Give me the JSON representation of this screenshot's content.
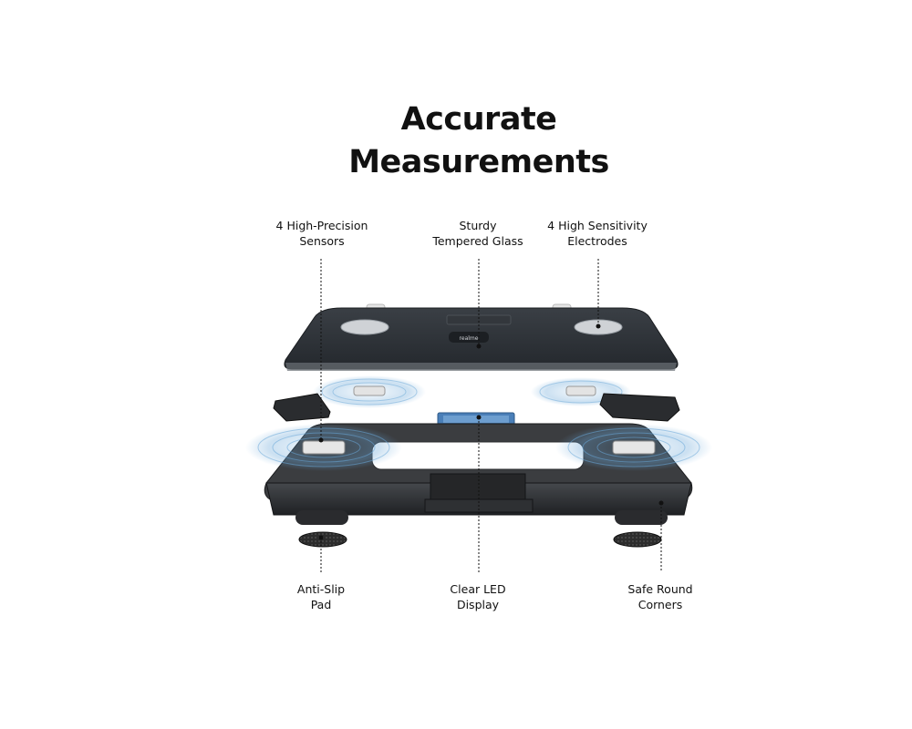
{
  "title": {
    "line1": "Accurate",
    "line2": "Measurements"
  },
  "brand_mark": "realme",
  "labels": {
    "sensors": {
      "line1": "4 High-Precision",
      "line2": "Sensors"
    },
    "glass": {
      "line1": "Sturdy",
      "line2": "Tempered Glass"
    },
    "electrodes": {
      "line1": "4 High Sensitivity",
      "line2": "Electrodes"
    },
    "pad": {
      "line1": "Anti-Slip",
      "line2": "Pad"
    },
    "display": {
      "line1": "Clear LED",
      "line2": "Display"
    },
    "corners": {
      "line1": "Safe Round",
      "line2": "Corners"
    }
  },
  "colors": {
    "glass_top": "#2b3036",
    "frame": "#333538",
    "signal": "#6aa7d8",
    "led": "#4a7fb8"
  }
}
